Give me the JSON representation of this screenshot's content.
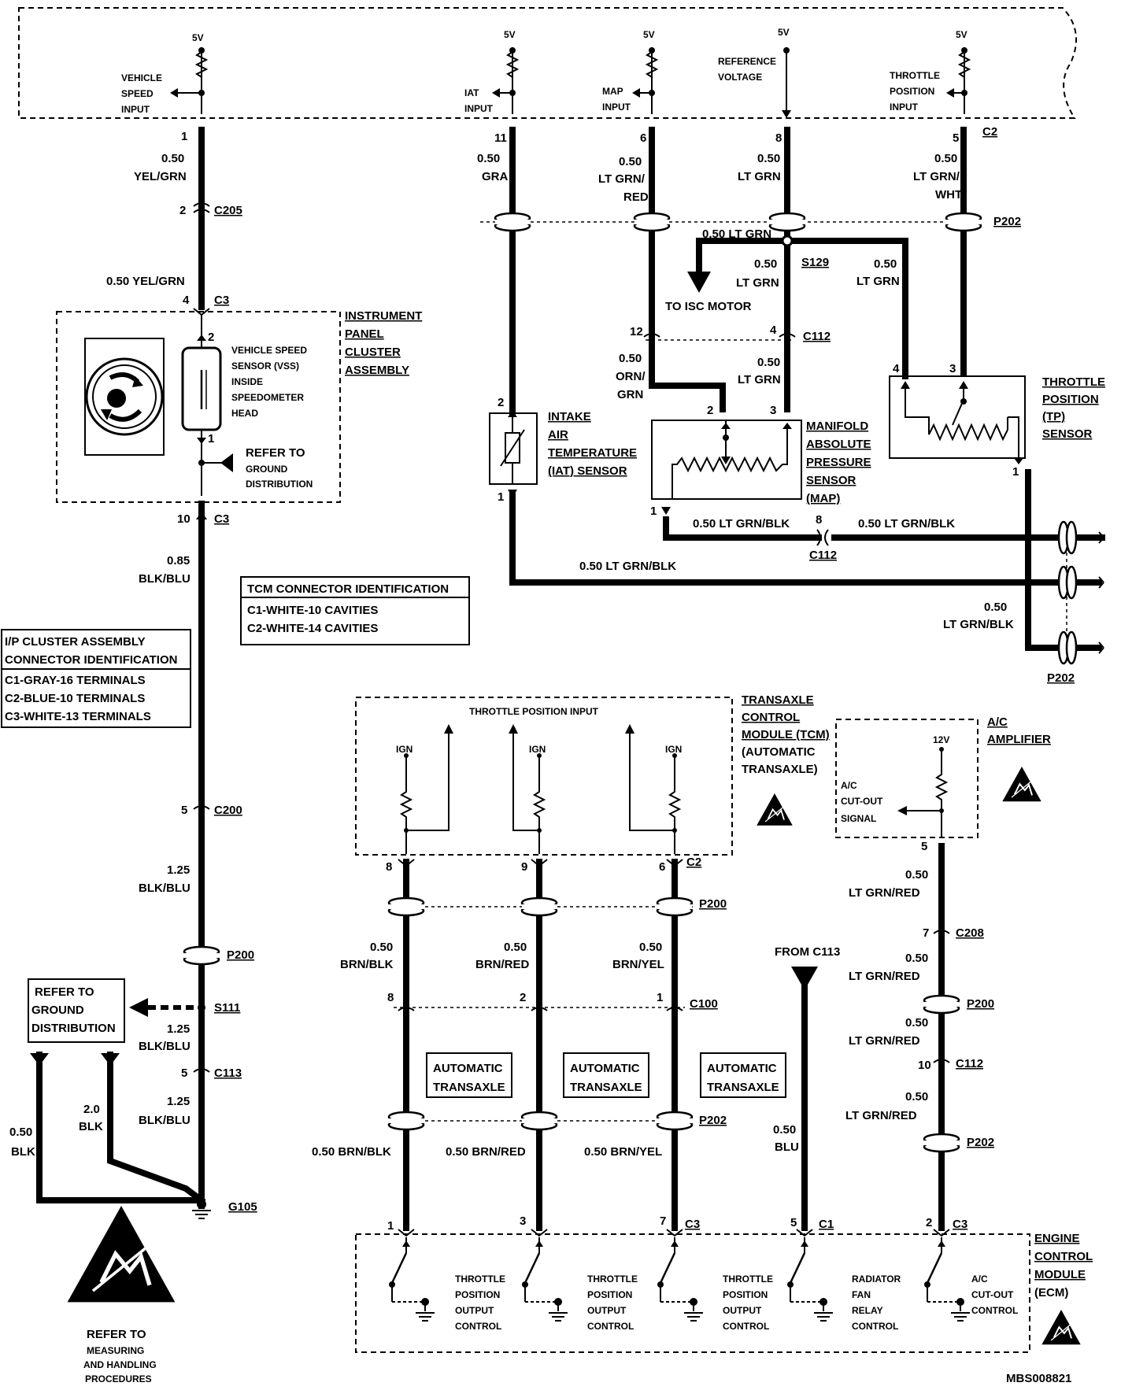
{
  "texts": {
    "ecm_5v_1": "5V",
    "ecm_5v_2": "5V",
    "ecm_5v_3": "5V",
    "ecm_5v_4": "5V",
    "ecm_5v_5": "5V",
    "vehicle_speed_input": [
      "VEHICLE",
      "SPEED",
      "INPUT"
    ],
    "iat_input": [
      "IAT",
      "INPUT"
    ],
    "map_input": [
      "MAP",
      "INPUT"
    ],
    "reference_voltage": [
      "REFERENCE",
      "VOLTAGE"
    ],
    "tp_input": [
      "THROTTLE",
      "POSITION",
      "INPUT"
    ],
    "pin_1": "1",
    "pin_11": "11",
    "pin_6": "6",
    "pin_8": "8",
    "pin_5": "5",
    "c2_top": "C2",
    "w_yelgrn_a": [
      "0.50",
      "YEL/GRN"
    ],
    "w_gra": [
      "0.50",
      "GRA"
    ],
    "w_ltgrnred": [
      "0.50",
      "LT GRN/",
      "RED"
    ],
    "w_ltgrn_a": [
      "0.50",
      "LT GRN"
    ],
    "w_ltgrnwht": [
      "0.50",
      "LT GRN/",
      "WHT"
    ],
    "c205_pin": "2",
    "c205": "C205",
    "p202_top": "P202",
    "s129_ltgrn": "0.50 LT GRN",
    "w_ltgrn_b": [
      "0.50",
      "LT GRN"
    ],
    "s129": "S129",
    "w_ltgrn_c": [
      "0.50",
      "LT GRN"
    ],
    "w_yelgrn_b": "0.50 YEL/GRN",
    "c3_pin4": "4",
    "c3_a": "C3",
    "to_isc_motor": "TO ISC MOTOR",
    "c112_pin12": "12",
    "c112_pin4": "4",
    "c112_a": "C112",
    "w_orngrn": [
      "0.50",
      "ORN/",
      "GRN"
    ],
    "w_ltgrn_d": [
      "0.50",
      "LT GRN"
    ],
    "ipc_title": [
      "INSTRUMENT",
      "PANEL",
      "CLUSTER",
      "ASSEMBLY"
    ],
    "vss_pin2": "2",
    "vss_pin1": "1",
    "vss_label": [
      "VEHICLE SPEED",
      "SENSOR (VSS)",
      "INSIDE",
      "SPEEDOMETER",
      "HEAD"
    ],
    "refer_ground_a": [
      "REFER TO",
      "GROUND",
      "DISTRIBUTION"
    ],
    "tp_pin4": "4",
    "tp_pin3": "3",
    "tp_pin1": "1",
    "tp_title": [
      "THROTTLE",
      "POSITION",
      "(TP)",
      "SENSOR"
    ],
    "iat_pin2": "2",
    "iat_pin1": "1",
    "iat_title": [
      "INTAKE",
      "AIR",
      "TEMPERATURE",
      "(IAT) SENSOR"
    ],
    "map_pin2": "2",
    "map_pin3": "3",
    "map_pin1": "1",
    "map_title": [
      "MANIFOLD",
      "ABSOLUTE",
      "PRESSURE",
      "SENSOR",
      "(MAP)"
    ],
    "c3_pin10": "10",
    "c3_b": "C3",
    "c112_pin8": "8",
    "c112_b": "C112",
    "w_ltgrnblk_a": "0.50 LT GRN/BLK",
    "w_ltgrnblk_b": "0.50  LT GRN/BLK",
    "w_ltgrnblk_c": "0.50 LT GRN/BLK",
    "w_ltgrnblk_d": [
      "0.50",
      "LT GRN/BLK"
    ],
    "p202_right": "P202",
    "w_blkblu_085": [
      "0.85",
      "BLK/BLU"
    ],
    "tcm_conn_title": "TCM CONNECTOR IDENTIFICATION",
    "tcm_conn_rows": [
      "C1-WHITE-10 CAVITIES",
      "C2-WHITE-14 CAVITIES"
    ],
    "ipc_conn_title": [
      "I/P CLUSTER ASSEMBLY",
      "CONNECTOR IDENTIFICATION"
    ],
    "ipc_conn_rows": [
      "C1-GRAY-16 TERMINALS",
      "C2-BLUE-10 TERMINALS",
      "C3-WHITE-13 TERMINALS"
    ],
    "tcm_title": [
      "TRANSAXLE",
      "CONTROL",
      "MODULE (TCM)",
      "(AUTOMATIC",
      "TRANSAXLE)"
    ],
    "throttle_position_input": "THROTTLE POSITION INPUT",
    "ign_1": "IGN",
    "ign_2": "IGN",
    "ign_3": "IGN",
    "ac_amp_title": [
      "A/C",
      "AMPLIFIER"
    ],
    "v12": "12V",
    "ac_cutout_signal": [
      "A/C",
      "CUT-OUT",
      "SIGNAL"
    ],
    "ac_pin5": "5",
    "c200_pin": "5",
    "c200": "C200",
    "w_blkblu_125a": [
      "1.25",
      "BLK/BLU"
    ],
    "tcm_pin8": "8",
    "tcm_pin9": "9",
    "tcm_pin6": "6",
    "c2_tcm": "C2",
    "p200_a": "P200",
    "w_ltgrnred_b": [
      "0.50",
      "LT GRN/RED"
    ],
    "w_brnblk": [
      "0.50",
      "BRN/BLK"
    ],
    "w_brnred": [
      "0.50",
      "BRN/RED"
    ],
    "w_brnyel": [
      "0.50",
      "BRN/YEL"
    ],
    "from_c113": "FROM C113",
    "c208_pin": "7",
    "c208": "C208",
    "w_ltgrnred_c": [
      "0.50",
      "LT GRN/RED"
    ],
    "p200_left": "P200",
    "p200_right": "P200",
    "c100_pin8": "8",
    "c100_pin2": "2",
    "c100_pin1": "1",
    "c100": "C100",
    "refer_ground_b": [
      "REFER TO",
      "GROUND",
      "DISTRIBUTION"
    ],
    "s111": "S111",
    "w_blkblu_125b": [
      "1.25",
      "BLK/BLU"
    ],
    "c113_pin": "5",
    "c113": "C113",
    "w_ltgrnred_d": [
      "0.50",
      "LT GRN/RED"
    ],
    "c112_pin10": "10",
    "c112_c": "C112",
    "auto_trans_1": [
      "AUTOMATIC",
      "TRANSAXLE"
    ],
    "auto_trans_2": [
      "AUTOMATIC",
      "TRANSAXLE"
    ],
    "auto_trans_3": [
      "AUTOMATIC",
      "TRANSAXLE"
    ],
    "w_blk_20": [
      "2.0",
      "BLK"
    ],
    "w_blkblu_125c": [
      "1.25",
      "BLK/BLU"
    ],
    "w_blk_050": [
      "0.50",
      "BLK"
    ],
    "w_ltgrnred_e": [
      "0.50",
      "LT GRN/RED"
    ],
    "w_brnblk_b": "0.50 BRN/BLK",
    "w_brnred_b": "0.50 BRN/RED",
    "w_brnyel_b": "0.50 BRN/YEL",
    "p202_mid": "P202",
    "w_blu": [
      "0.50",
      "BLU"
    ],
    "p202_right2": "P202",
    "g105": "G105",
    "ecm_pin1": "1",
    "ecm_pin3": "3",
    "ecm_pin7": "7",
    "ecm_c3a": "C3",
    "ecm_pin5": "5",
    "ecm_c1": "C1",
    "ecm_pin2": "2",
    "ecm_c3b": "C3",
    "ecm_title": [
      "ENGINE",
      "CONTROL",
      "MODULE",
      "(ECM)"
    ],
    "tp_out_1": [
      "THROTTLE",
      "POSITION",
      "OUTPUT",
      "CONTROL"
    ],
    "tp_out_2": [
      "THROTTLE",
      "POSITION",
      "OUTPUT",
      "CONTROL"
    ],
    "tp_out_3": [
      "THROTTLE",
      "POSITION",
      "OUTPUT",
      "CONTROL"
    ],
    "rad_fan": [
      "RADIATOR",
      "FAN",
      "RELAY",
      "CONTROL"
    ],
    "ac_cutout_ctrl": [
      "A/C",
      "CUT-OUT",
      "CONTROL"
    ],
    "esd_refer": [
      "REFER TO",
      "MEASURING",
      "AND HANDLING",
      "PROCEDURES"
    ],
    "figure_id": "MBS008821"
  }
}
